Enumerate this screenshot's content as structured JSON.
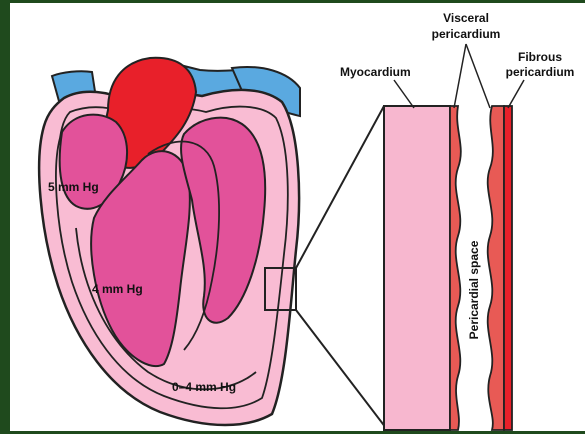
{
  "labels": {
    "myocardium": "Myocardium",
    "visceral_line1": "Visceral",
    "visceral_line2": "pericardium",
    "fibrous_line1": "Fibrous",
    "fibrous_line2": "pericardium",
    "pericardial_space": "Pericardial space",
    "pressure_upper": "5 mm Hg",
    "pressure_middle": "4 mm Hg",
    "pressure_lower": "0–4 mm Hg"
  },
  "colors": {
    "background_border": "#1f4a1d",
    "vessel_blue": "#5aa9e0",
    "aorta_red": "#e8202a",
    "pericardium_pink": "#f9bcd3",
    "chamber_magenta": "#e2529a",
    "myocardium_light": "#f7b7cf",
    "serous_red": "#e85a55"
  }
}
